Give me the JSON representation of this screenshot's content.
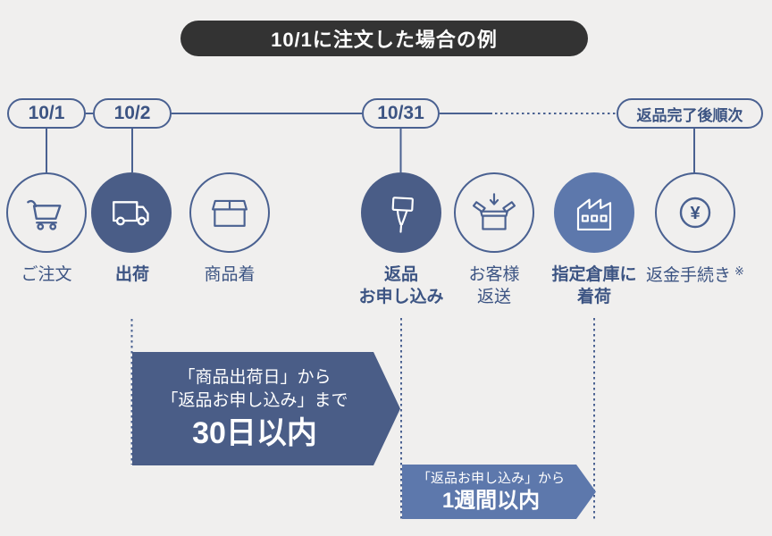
{
  "title": {
    "text": "10/1に注文した場合の例"
  },
  "timeline": {
    "dates": [
      {
        "label": "10/1"
      },
      {
        "label": "10/2"
      },
      {
        "label": "10/31"
      },
      {
        "label": "返品完了後順次"
      }
    ]
  },
  "steps": [
    {
      "label": "ご注文",
      "icon": "cart-icon",
      "style": "outline",
      "bold": false
    },
    {
      "label": "出荷",
      "icon": "delivery-truck-icon",
      "style": "filled-dark",
      "bold": true
    },
    {
      "label": "商品着",
      "icon": "package-box-icon",
      "style": "outline",
      "bold": false
    },
    {
      "label": "返品\nお申し込み",
      "icon": "return-tag-icon",
      "style": "filled-dark",
      "bold": true
    },
    {
      "label": "お客様\n返送",
      "icon": "open-box-return-icon",
      "style": "outline",
      "bold": false
    },
    {
      "label": "指定倉庫に\n着荷",
      "icon": "warehouse-factory-icon",
      "style": "filled-medium",
      "bold": true
    },
    {
      "label": "返金手続き",
      "note": "※",
      "icon": "yen-refund-icon",
      "style": "outline",
      "bold": false
    }
  ],
  "banners": {
    "primary": {
      "line1": "「商品出荷日」から",
      "line2": "「返品お申し込み」まで",
      "line3": "30日以内"
    },
    "secondary": {
      "line1": "「返品お申し込み」から",
      "line2": "1週間以内"
    }
  },
  "coin_symbol": "¥",
  "colors": {
    "background": "#f0efee",
    "outline_blue": "#4a6191",
    "dark_blue_fill": "#4a5d87",
    "medium_blue_fill": "#5d78ac",
    "text_blue": "#3c5483",
    "title_bg": "#333333",
    "white": "#ffffff"
  }
}
